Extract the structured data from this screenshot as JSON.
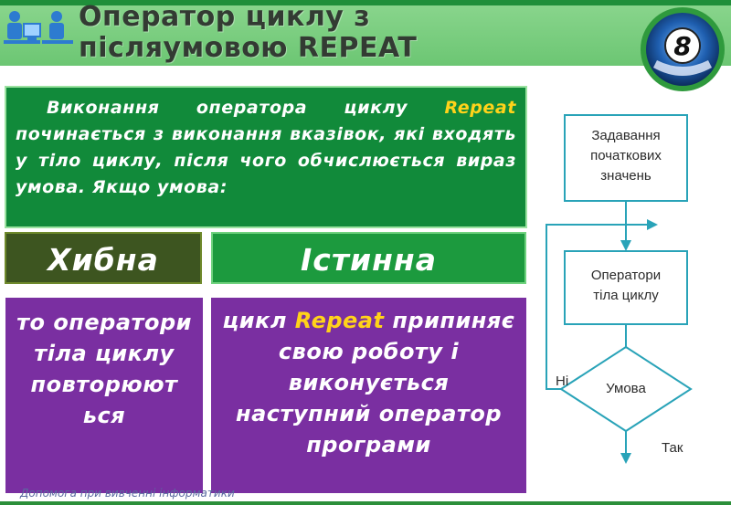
{
  "header": {
    "title": "Оператор циклу з\nпісляумовою REPEAT",
    "badge_number": "8"
  },
  "intro": {
    "text_before": "Виконання оператора циклу ",
    "keyword": "Repeat",
    "text_after": " починається з виконання вказівок, які входять у тіло циклу, після чого обчислюється вираз умова. Якщо умова:"
  },
  "branches": {
    "false_label": "Хибна",
    "true_label": "Істинна"
  },
  "outcomes": {
    "false_text": "то оператори тіла циклу повторюют ься",
    "true_prefix": "цикл ",
    "true_keyword": "Repeat",
    "true_suffix": " припиняє свою роботу і виконується наступний оператор програми"
  },
  "flowchart": {
    "box1": "Задавання\nпочаткових\nзначень",
    "box2": "Оператори\nтіла циклу",
    "condition": "Умова",
    "no_label": "Ні",
    "yes_label": "Так"
  },
  "footer": {
    "text": "Допомога при вивченні інформатики"
  },
  "colors": {
    "header_green": "#6cc673",
    "intro_green": "#118a3a",
    "false_tile": "#3d5520",
    "true_tile": "#1c9a3e",
    "outcome_purple": "#7a2fa1",
    "keyword_yellow": "#ffd31a",
    "flow_stroke": "#29a3b8"
  }
}
